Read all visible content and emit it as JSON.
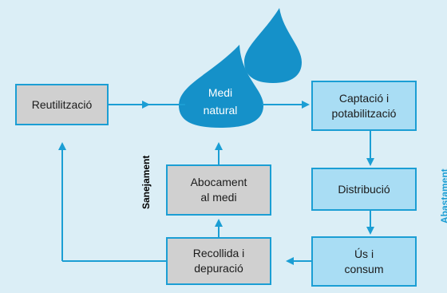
{
  "center": {
    "label": "Medi\nnatural"
  },
  "boxes": {
    "reutilitzacio": "Reutilització",
    "captacio": "Captació i\npotabilització",
    "distribucio": "Distribució",
    "us_consum": "Ús i\nconsum",
    "recollida": "Recollida i\ndepuració",
    "abocament": "Abocament\nal medi"
  },
  "side_labels": {
    "left": "Sanejament",
    "right": "Abastament"
  },
  "colors": {
    "background": "#dbeef6",
    "accent": "#1b9ed4",
    "drop": "#1591c9",
    "grey_box": "#d0d0d0",
    "blue_box": "#a9ddf4"
  }
}
